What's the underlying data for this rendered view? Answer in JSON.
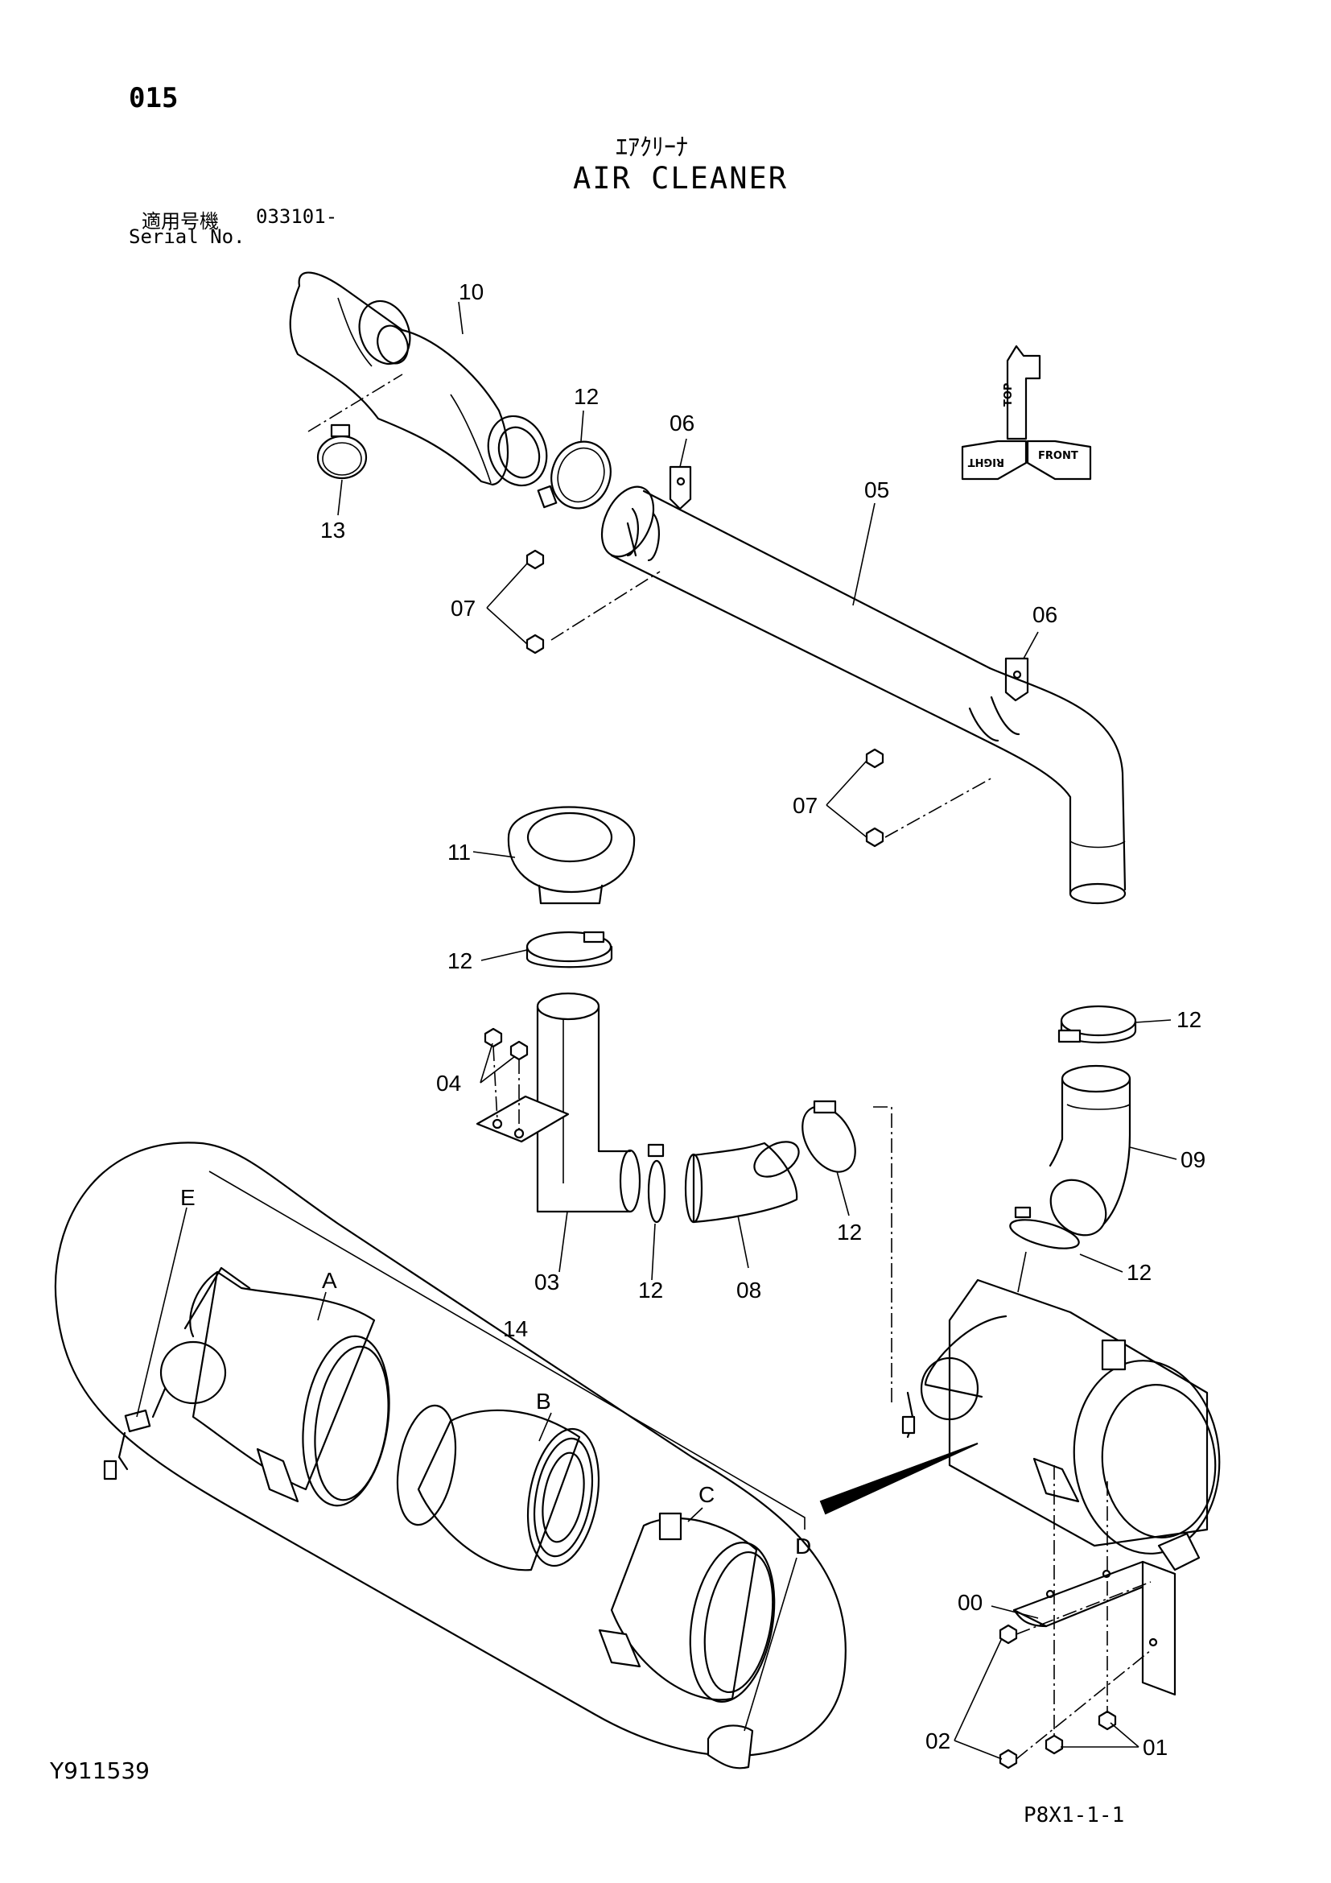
{
  "page_number": "015",
  "title_jp": "ｴｱｸﾘｰﾅ",
  "title_en": "AIR CLEANER",
  "serial": {
    "label_jp": "適用号機",
    "label_en": "Serial No.",
    "value": "033101-"
  },
  "orientation_labels": [
    "TOP",
    "RIGHT",
    "FRONT"
  ],
  "part_labels": {
    "p10": "10",
    "p12_top": "12",
    "p13": "13",
    "p06_top": "06",
    "p05": "05",
    "p07_top": "07",
    "p06_right": "06",
    "p07_right": "07",
    "p11": "11",
    "p12_cap": "12",
    "p12_right": "12",
    "p04": "04",
    "p09": "09",
    "p03": "03",
    "p12_mid": "12",
    "p08": "08",
    "p12_elbow": "12",
    "p12_low": "12",
    "pE": "E",
    "pA": "A",
    "p14": "14",
    "pB": "B",
    "pC": "C",
    "pD": "D",
    "p00": "00",
    "p02": "02",
    "p01": "01"
  },
  "document_code": "Y911539",
  "sheet_code": "P8X1-1-1"
}
